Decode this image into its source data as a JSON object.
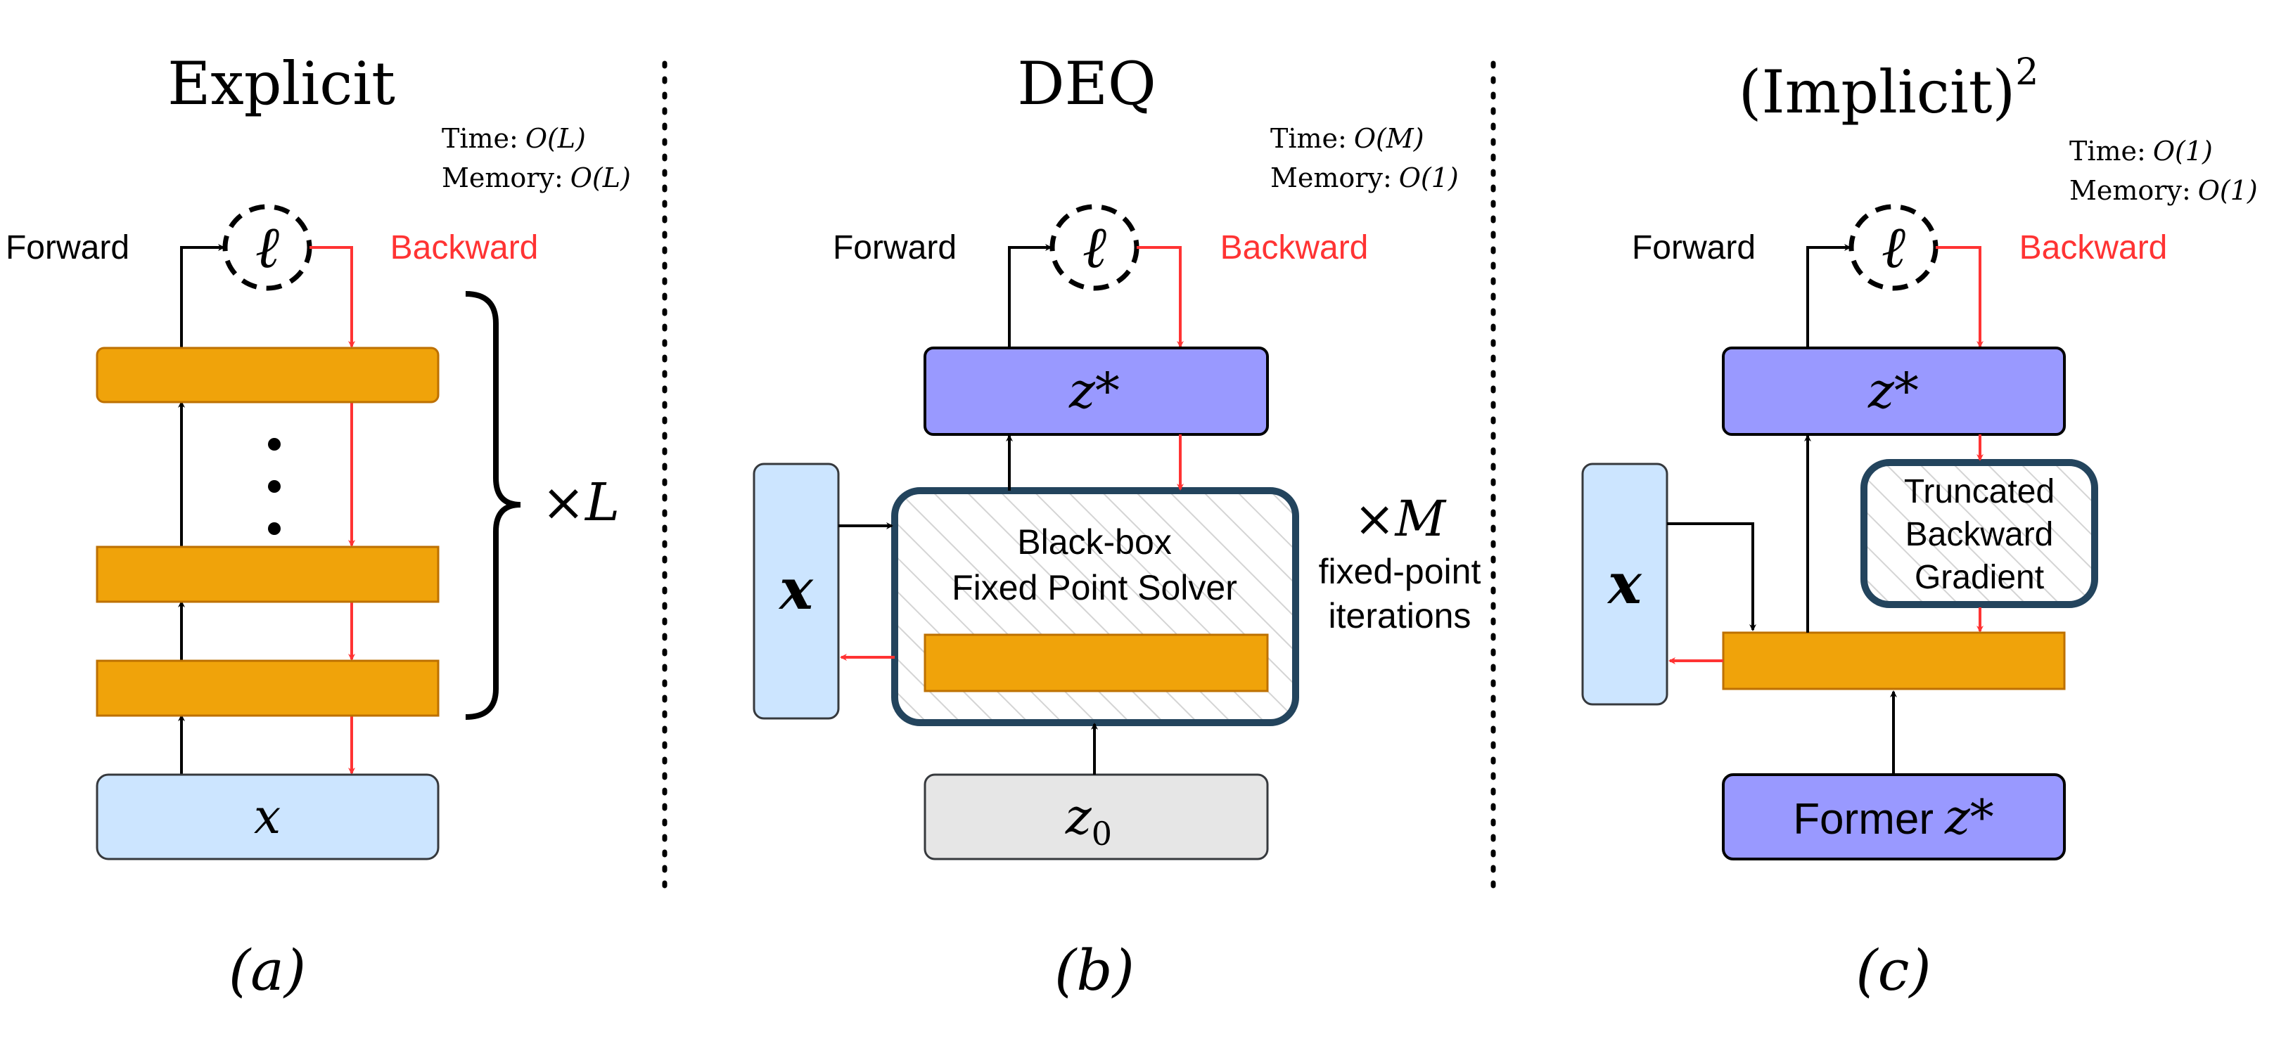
{
  "colors": {
    "orange_fill": "#f0a30a",
    "orange_stroke": "#bd7000",
    "light_blue_fill": "#cce5ff",
    "purple_fill": "#9999ff",
    "gray_fill": "#e6e6e6",
    "box_stroke": "#36393d",
    "solver_stroke": "#23445d",
    "backward_red": "#ff3333",
    "black": "#000000"
  },
  "panels": {
    "a": {
      "title": "Explicit",
      "complexity": {
        "time_label": "Time:",
        "time_value": "O(L)",
        "memory_label": "Memory:",
        "memory_value": "O(L)"
      },
      "forward_label": "Forward",
      "backward_label": "Backward",
      "loss": "ℓ",
      "input_label": "x",
      "dots": "⋮",
      "repeat_label": "×L",
      "caption": "(a)"
    },
    "b": {
      "title": "DEQ",
      "complexity": {
        "time_label": "Time:",
        "time_value": "O(M)",
        "memory_label": "Memory:",
        "memory_value": "O(1)"
      },
      "forward_label": "Forward",
      "backward_label": "Backward",
      "loss": "ℓ",
      "output_label": "z*",
      "input_label": "x",
      "solver_line1": "Black-box",
      "solver_line2": "Fixed Point Solver",
      "init_label": "z",
      "init_sub": "0",
      "iter_mult": "×M",
      "iter_line1": "fixed-point",
      "iter_line2": "iterations",
      "caption": "(b)"
    },
    "c": {
      "title": "(Implicit)",
      "title_sup": "2",
      "complexity": {
        "time_label": "Time:",
        "time_value": "O(1)",
        "memory_label": "Memory:",
        "memory_value": "O(1)"
      },
      "forward_label": "Forward",
      "backward_label": "Backward",
      "loss": "ℓ",
      "output_label": "z*",
      "input_label": "x",
      "trunc_line1": "Truncated",
      "trunc_line2": "Backward",
      "trunc_line3": "Gradient",
      "former_label": "Former",
      "former_var": "z*",
      "caption": "(c)"
    }
  }
}
